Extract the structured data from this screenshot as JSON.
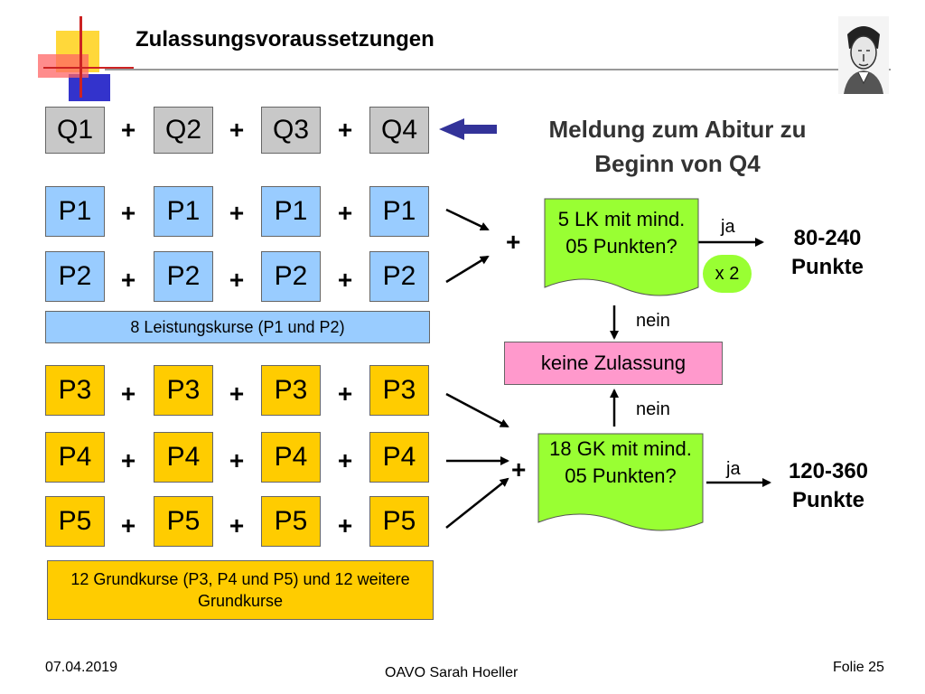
{
  "slide": {
    "title": "Zulassungsvoraussetzungen",
    "date": "07.04.2019",
    "author": "OAVO Sarah Hoeller",
    "slide_number": "Folie 25"
  },
  "row_q": [
    "Q1",
    "Q2",
    "Q3",
    "Q4"
  ],
  "row_p1": [
    "P1",
    "P1",
    "P1",
    "P1"
  ],
  "row_p2": [
    "P2",
    "P2",
    "P2",
    "P2"
  ],
  "row_p3": [
    "P3",
    "P3",
    "P3",
    "P3"
  ],
  "row_p4": [
    "P4",
    "P4",
    "P4",
    "P4"
  ],
  "row_p5": [
    "P5",
    "P5",
    "P5",
    "P5"
  ],
  "plus": "+",
  "meldung": "Meldung zum Abitur zu Beginn von Q4",
  "lk_note": "8 Leistungskurse (P1 und P2)",
  "gk_note": "12 Grundkurse (P3, P4 und P5) und 12 weitere Grundkurse",
  "lk_check": "5 LK mit mind. 05 Punkten?",
  "gk_check": "18 GK mit mind. 05 Punkten?",
  "ja": "ja",
  "nein": "nein",
  "factor": "x 2",
  "keine_zulassung": "keine Zulassung",
  "lk_result": "80-240 Punkte",
  "gk_result": "120-360 Punkte",
  "colors": {
    "q_box": "#c8c8c8",
    "lk_box": "#99ccff",
    "gk_box": "#ffcc00",
    "check_box": "#99ff33",
    "reject_box": "#ff99cc",
    "arrow_blue": "#333399"
  }
}
